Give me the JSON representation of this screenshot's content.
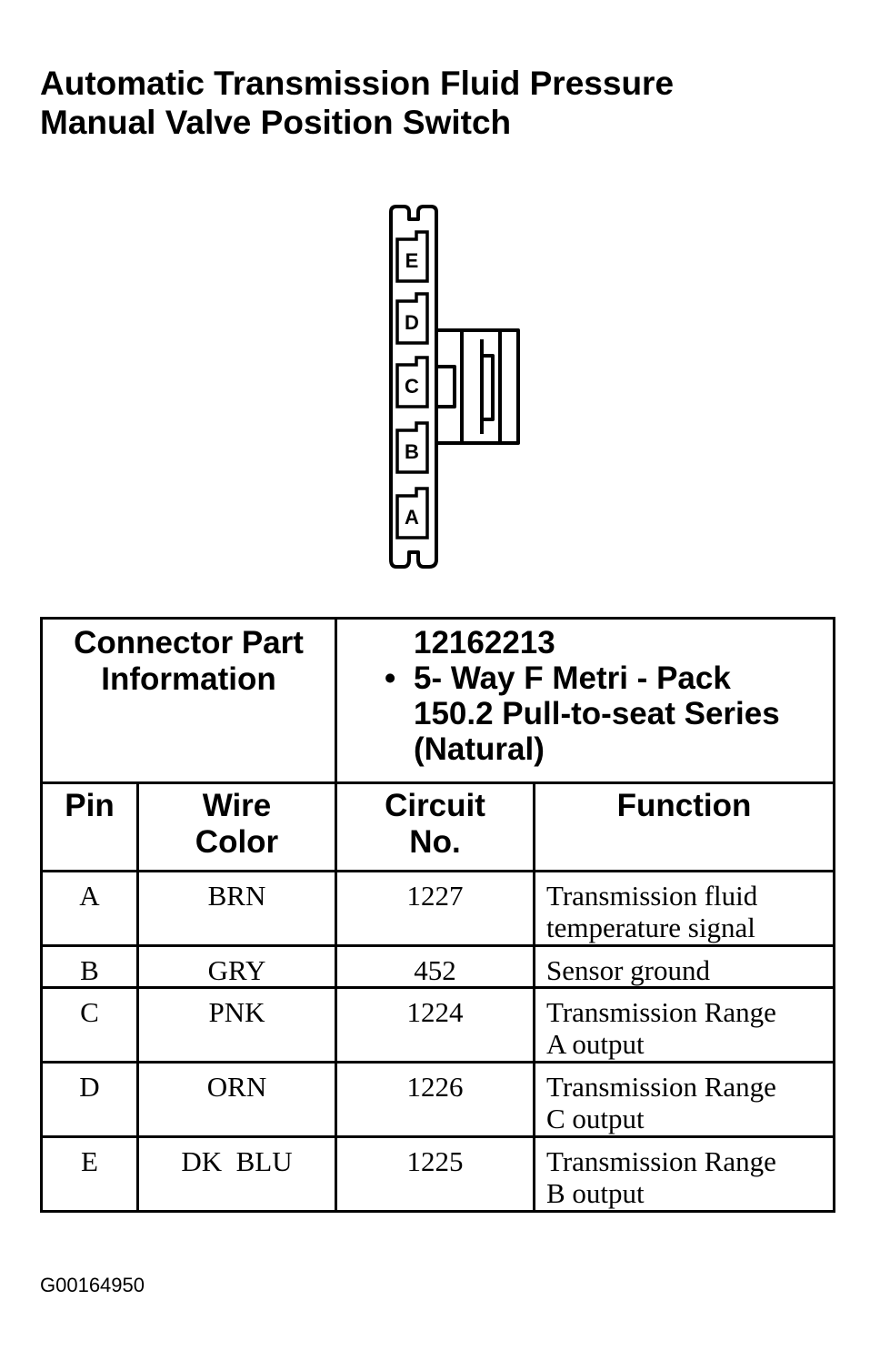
{
  "title": {
    "line1": "Automatic Transmission Fluid Pressure",
    "line2": "Manual Valve Position Switch"
  },
  "connector": {
    "cavities": [
      "E",
      "D",
      "C",
      "B",
      "A"
    ]
  },
  "part_info": {
    "label_line1": "Connector Part",
    "label_line2": "Information",
    "part_number": "12162213",
    "desc_line1": "5- Way F Metri - Pack",
    "desc_line2": "150.2 Pull-to-seat Series",
    "desc_line3": "(Natural)"
  },
  "columns": {
    "pin": "Pin",
    "wire_line1": "Wire",
    "wire_line2": "Color",
    "circuit_line1": "Circuit",
    "circuit_line2": "No.",
    "function": "Function"
  },
  "rows": [
    {
      "pin": "A",
      "wire": "BRN",
      "circuit": "1227",
      "func_line1": "Transmission fluid",
      "func_line2": "temperature signal"
    },
    {
      "pin": "B",
      "wire": "GRY",
      "circuit": "452",
      "func_line1": "Sensor ground",
      "func_line2": ""
    },
    {
      "pin": "C",
      "wire": "PNK",
      "circuit": "1224",
      "func_line1": "Transmission Range",
      "func_line2": "A output"
    },
    {
      "pin": "D",
      "wire": "ORN",
      "circuit": "1226",
      "func_line1": "Transmission Range",
      "func_line2": "C output"
    },
    {
      "pin": "E",
      "wire": "DK  BLU",
      "circuit": "1225",
      "func_line1": "Transmission Range",
      "func_line2": "B output"
    }
  ],
  "footer_code": "G00164950"
}
